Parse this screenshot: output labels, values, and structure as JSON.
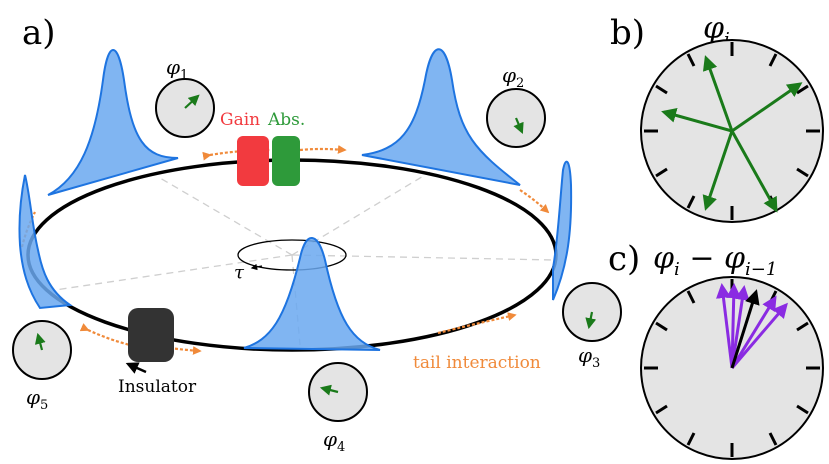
{
  "panels": {
    "a": {
      "letter": "a)"
    },
    "b": {
      "letter": "b)",
      "title": "φ",
      "title_sub": "i"
    },
    "c": {
      "letter": "c)",
      "title": "φ",
      "title_sub": "i",
      "title_rest": " − φ",
      "title_sub2": "i−1"
    }
  },
  "labels": {
    "gain": "Gain",
    "abs": "Abs.",
    "insulator": "Insulator",
    "tail_interaction": "tail interaction",
    "tau": "τ"
  },
  "dial_labels": [
    {
      "sym": "φ",
      "sub": "1"
    },
    {
      "sym": "φ",
      "sub": "2"
    },
    {
      "sym": "φ",
      "sub": "3"
    },
    {
      "sym": "φ",
      "sub": "4"
    },
    {
      "sym": "φ",
      "sub": "5"
    }
  ],
  "colors": {
    "gain": "#f23a3f",
    "absorber": "#2e9a3a",
    "pulse_fill": "#6aa8f0",
    "pulse_edge": "#1e74e0",
    "tail": "#f08a3a",
    "ring": "#000000",
    "dial_face": "#e4e4e4",
    "arrow_green": "#1a7a1a",
    "arrow_purple": "#8a2be2"
  },
  "icons": [
    "clock-dial-icon",
    "gain-medium-icon",
    "absorber-icon",
    "insulator-icon",
    "arrow-icon"
  ]
}
